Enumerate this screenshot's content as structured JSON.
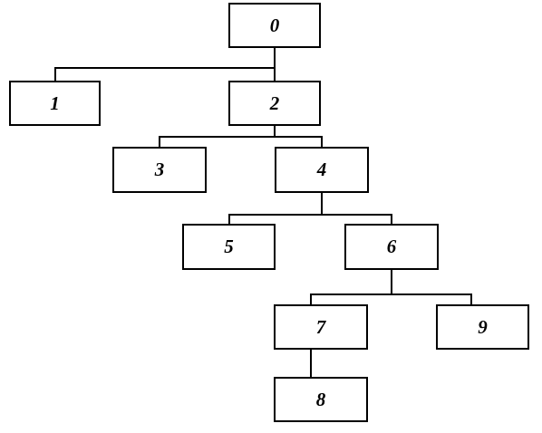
{
  "diagram": {
    "type": "tree",
    "nodes": [
      {
        "id": "0",
        "label": "0"
      },
      {
        "id": "1",
        "label": "1"
      },
      {
        "id": "2",
        "label": "2"
      },
      {
        "id": "3",
        "label": "3"
      },
      {
        "id": "4",
        "label": "4"
      },
      {
        "id": "5",
        "label": "5"
      },
      {
        "id": "6",
        "label": "6"
      },
      {
        "id": "7",
        "label": "7"
      },
      {
        "id": "8",
        "label": "8"
      },
      {
        "id": "9",
        "label": "9"
      }
    ],
    "edges": [
      {
        "from": "0",
        "to": "1"
      },
      {
        "from": "0",
        "to": "2"
      },
      {
        "from": "2",
        "to": "3"
      },
      {
        "from": "2",
        "to": "4"
      },
      {
        "from": "4",
        "to": "5"
      },
      {
        "from": "4",
        "to": "6"
      },
      {
        "from": "6",
        "to": "7"
      },
      {
        "from": "6",
        "to": "9"
      },
      {
        "from": "7",
        "to": "8"
      }
    ],
    "colors": {
      "line": "#000000",
      "box_border": "#000000",
      "box_fill": "#ffffff",
      "text": "#000000"
    }
  }
}
